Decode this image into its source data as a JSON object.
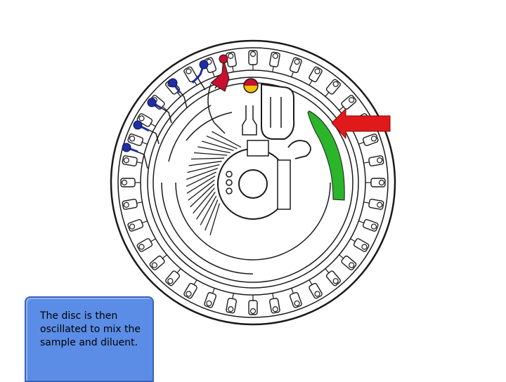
{
  "caption": {
    "text": "The disc is then oscillated to mix the sample and diluent."
  },
  "colors": {
    "outline": "#1a1a1a",
    "channel_fill": "#ffffff",
    "dot_blue": "#1f2ea0",
    "dot_red": "#c8102e",
    "dot_yellow": "#f2c200",
    "highlight_green": "#2bb52b",
    "arrow_red": "#e01a1a",
    "caption_box": "#5b8de6"
  },
  "icons": [
    "blue-port-dot",
    "red-port-dot",
    "red-yellow-port-dot",
    "red-pointer-arrow",
    "green-mixing-region"
  ]
}
